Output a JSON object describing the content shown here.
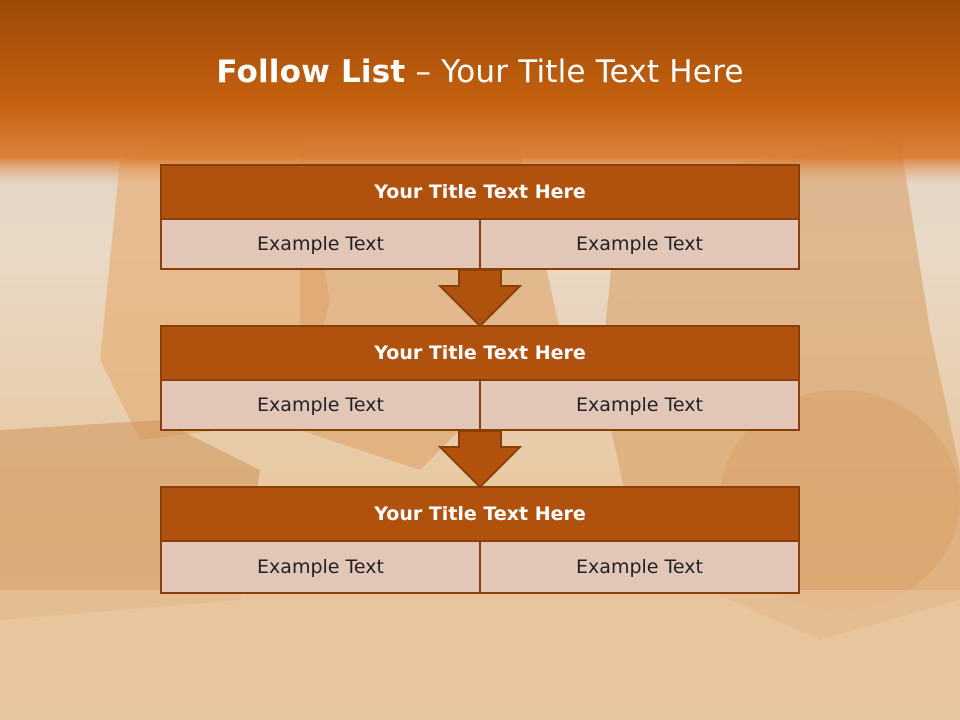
{
  "slide": {
    "title_bold": "Follow List",
    "title_rest": " – Your Title Text Here"
  },
  "steps": [
    {
      "title": "Your Title Text Here",
      "left": "Example Text",
      "right": "Example Text"
    },
    {
      "title": "Your Title Text Here",
      "left": "Example Text",
      "right": "Example Text"
    },
    {
      "title": "Your Title Text Here",
      "left": "Example Text",
      "right": "Example Text"
    }
  ],
  "colors": {
    "header": "#b0520e",
    "cell": "#e2c6b8",
    "border": "#8a3f08",
    "title_bar": "#c4600f"
  },
  "background_icon": "excavator-photo"
}
